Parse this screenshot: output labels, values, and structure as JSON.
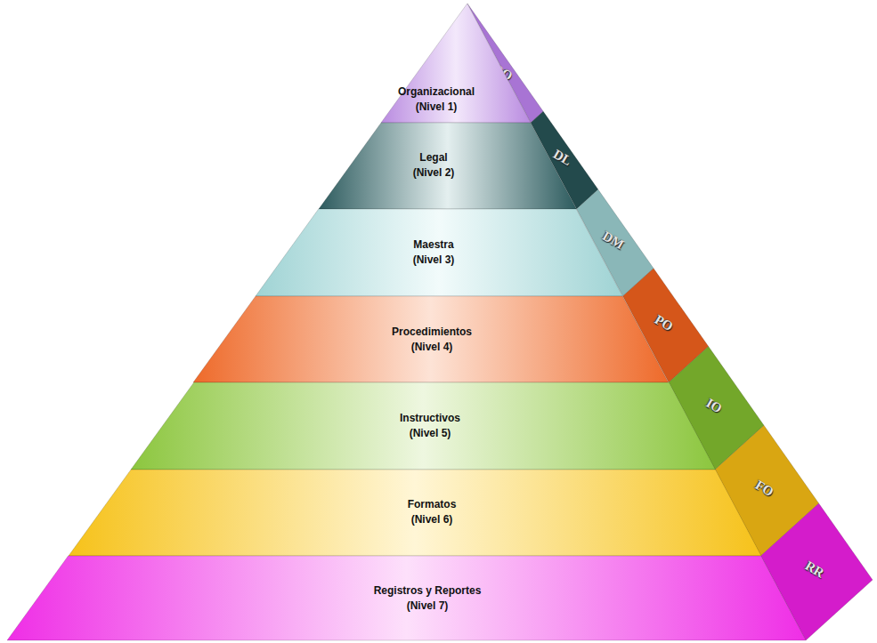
{
  "diagram": {
    "nodes": [
      {
        "text": [
          "Organizacional",
          "(Nivel 1)"
        ]
      },
      {
        "text": [
          "Legal",
          "(Nivel 2)"
        ]
      },
      {
        "text": [
          "Maestra",
          "(Nivel 3)"
        ]
      },
      {
        "text": [
          "Procedimientos",
          "(Nivel 4)"
        ]
      },
      {
        "text": [
          "Instructivos",
          "(Nivel 5)"
        ]
      },
      {
        "text": [
          "Formatos",
          "(Nivel 6)"
        ]
      },
      {
        "text": [
          "Registros y Reportes",
          "(Nivel 7)"
        ]
      }
    ],
    "labels": [
      "DO",
      "DL",
      "DM",
      "PO",
      "IO",
      "FO",
      "RR"
    ]
  }
}
